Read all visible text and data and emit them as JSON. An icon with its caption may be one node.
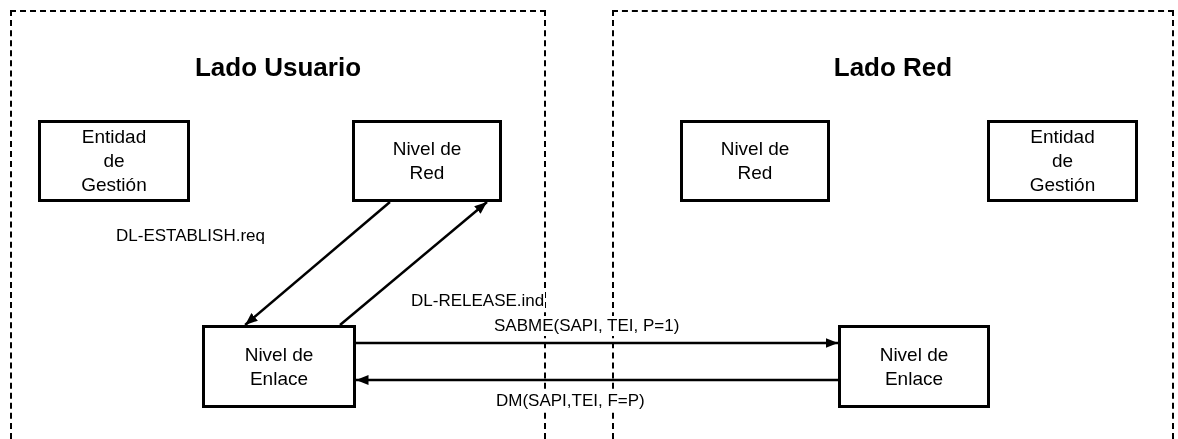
{
  "diagram": {
    "nodes": [
      {
        "text": [
          "Lado Usuario"
        ]
      },
      {
        "text": [
          "Entidad de Gestión"
        ],
        "in": 0
      },
      {
        "text": [
          "Nivel de Red"
        ],
        "in": 0
      },
      {
        "text": [
          "Nivel de Enlace"
        ],
        "in": 0
      },
      {
        "text": [
          "Lado Red"
        ]
      },
      {
        "text": [
          "Nivel de Red"
        ],
        "in": 4
      },
      {
        "text": [
          "Entidad de Gestión"
        ],
        "in": 4
      },
      {
        "text": [
          "Nivel de Enlace"
        ],
        "in": 4
      }
    ],
    "edges": [
      {
        "from": 2,
        "to": 3,
        "arrow": "to",
        "label": "DL-ESTABLISH.req"
      },
      {
        "from": 3,
        "to": 2,
        "arrow": "to",
        "label": "DL-RELEASE.ind"
      },
      {
        "from": 3,
        "to": 7,
        "arrow": "to",
        "label": "SABME(SAPI, TEI, P=1)"
      },
      {
        "from": 7,
        "to": 3,
        "arrow": "to",
        "label": "DM(SAPI,TEI, F=P)"
      }
    ]
  }
}
